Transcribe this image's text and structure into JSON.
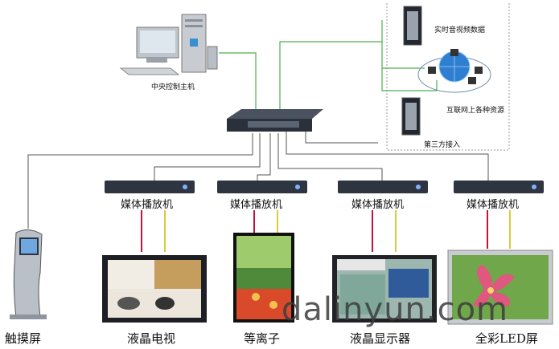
{
  "labels": {
    "central_host": "中央控制主机",
    "realtime_av": "实时音视频数据",
    "internet_resources": "互联网上各种资源",
    "third_party": "第三方接入",
    "media_player": "媒体播放机",
    "touch_screen": "触摸屏",
    "lcd_tv": "液晶电视",
    "plasma": "等离子",
    "lcd_monitor": "液晶显示器",
    "led_screen": "全彩LED屏"
  },
  "watermark": "dalinyun.com",
  "colors": {
    "network_line": "#4caf50",
    "device_line": "#555555",
    "red_cable": "#c0143c",
    "yellow_cable": "#d9cc3a",
    "player_body": "#2e3440",
    "dashed_box": "#999999"
  }
}
